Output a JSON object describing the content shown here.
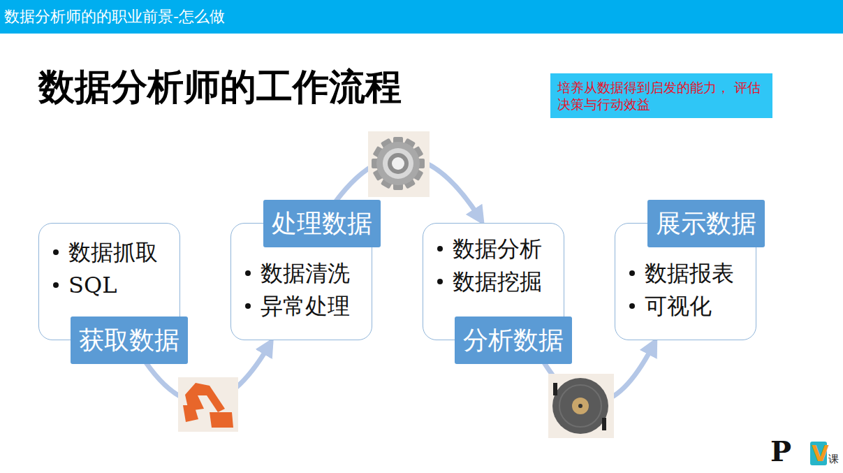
{
  "diagram": {
    "title": "数据分析师的工作流程",
    "nodes": [
      {
        "text": [
          "数据分析师的的职业前景-怎么做"
        ]
      },
      {
        "text": [
          "培养从数据得到启发的能力， 评估决策与行动效益"
        ]
      },
      {
        "text": [
          "数据抓取",
          "SQL"
        ]
      },
      {
        "text": [
          "获取数据"
        ],
        "in": 2
      },
      {
        "text": [
          "数据清洗",
          "异常处理"
        ]
      },
      {
        "text": [
          "处理数据"
        ],
        "in": 4
      },
      {
        "text": [
          "数据分析",
          "数据挖掘"
        ]
      },
      {
        "text": [
          "分析数据"
        ],
        "in": 6
      },
      {
        "text": [
          "数据报表",
          "可视化"
        ]
      },
      {
        "text": [
          "展示数据"
        ],
        "in": 8
      }
    ],
    "edges": [
      {
        "from": 2,
        "to": 4,
        "arrow": "to"
      },
      {
        "from": 4,
        "to": 6,
        "arrow": "to"
      },
      {
        "from": 6,
        "to": 8,
        "arrow": "to"
      }
    ],
    "labels": [
      "P",
      "V",
      "课"
    ]
  }
}
